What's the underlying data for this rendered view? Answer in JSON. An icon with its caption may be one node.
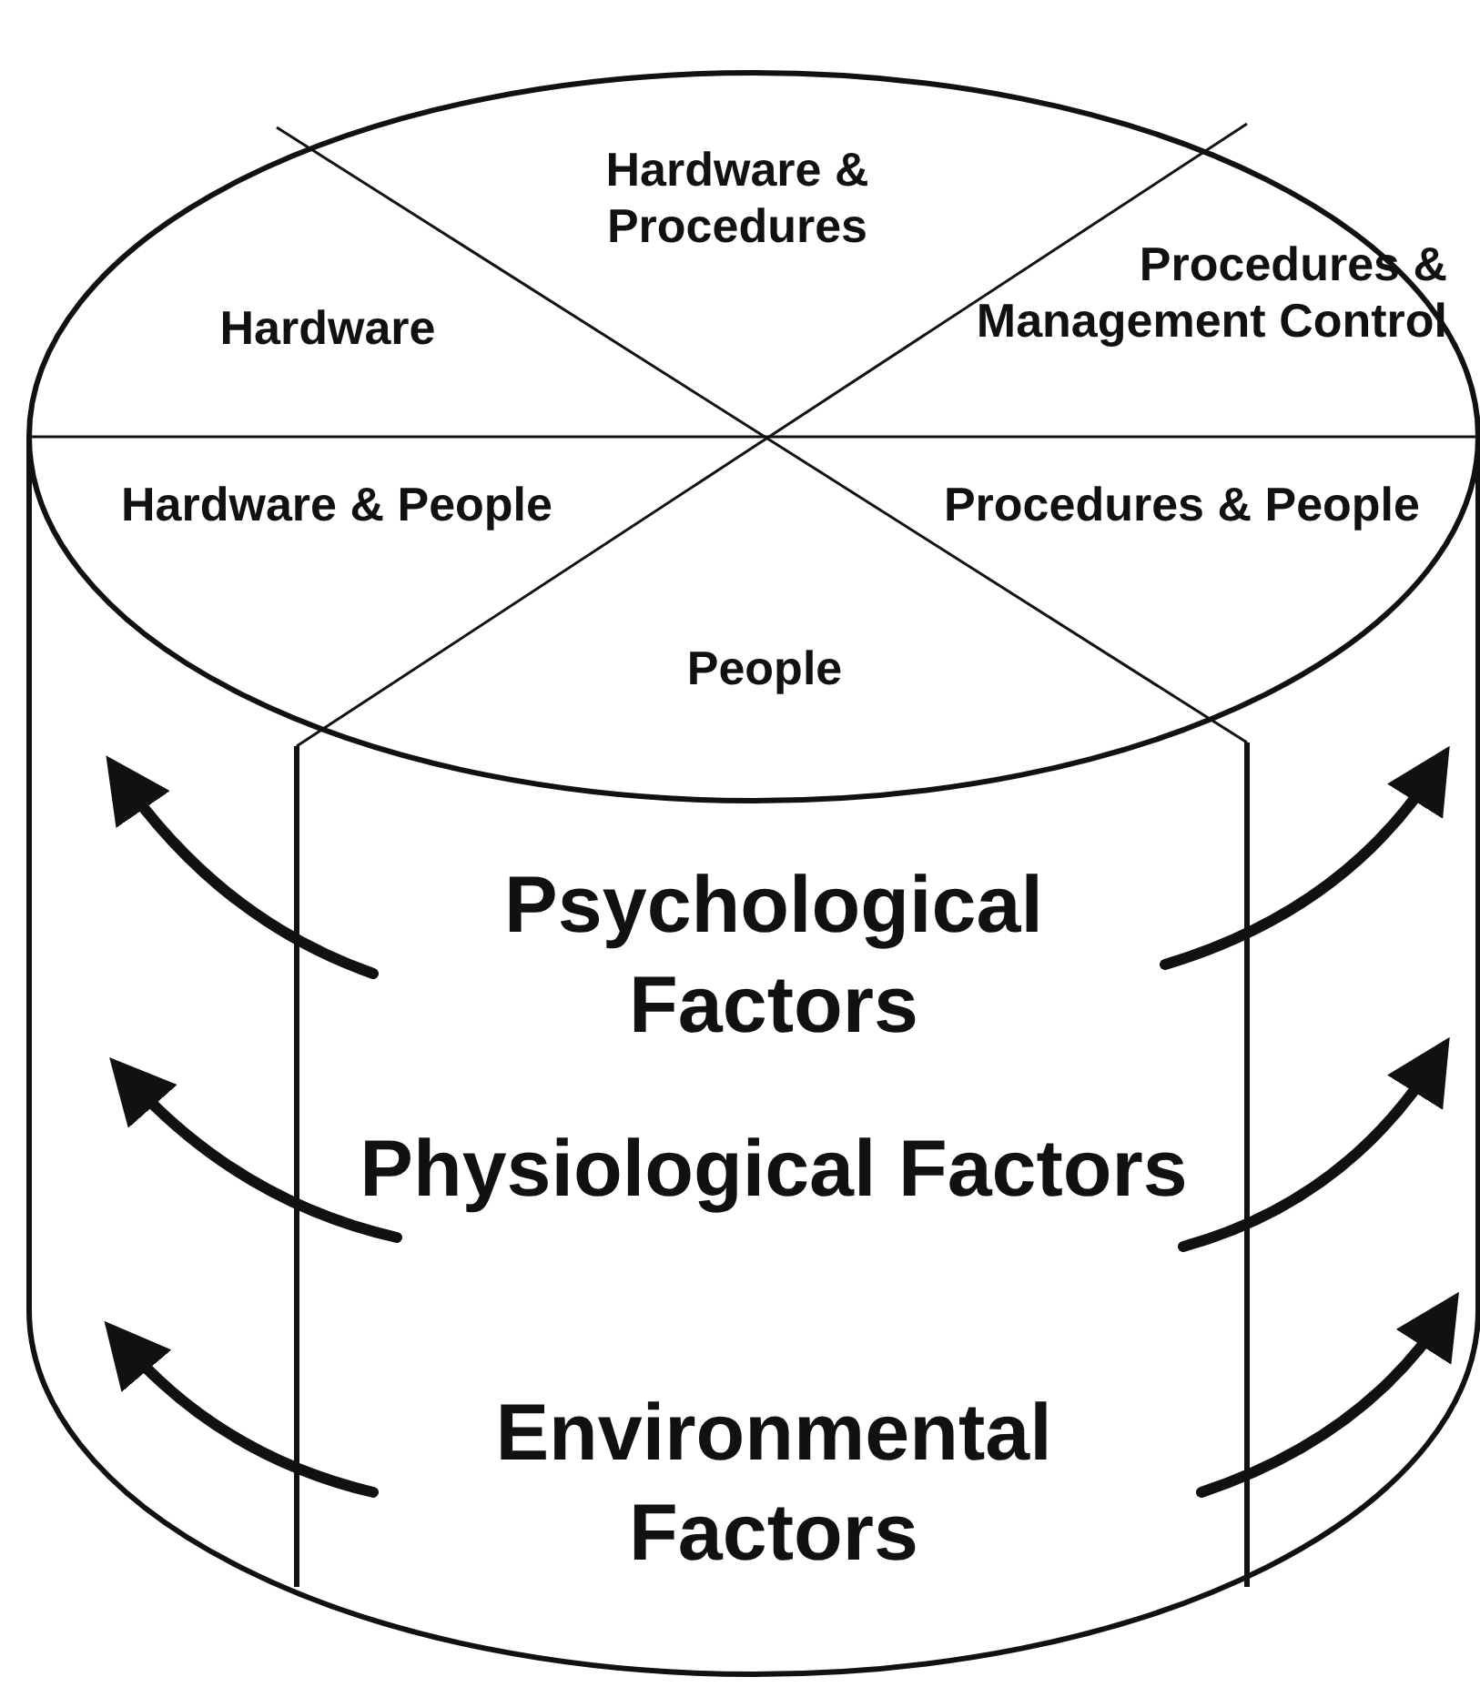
{
  "diagram": {
    "nodes": [
      {
        "text": [
          "Hardware"
        ]
      },
      {
        "text": [
          "Hardware & Procedures"
        ]
      },
      {
        "text": [
          "Procedures & Management Control"
        ]
      },
      {
        "text": [
          "Hardware & People"
        ]
      },
      {
        "text": [
          "People"
        ]
      },
      {
        "text": [
          "Procedures & People"
        ]
      },
      {
        "text": [
          "Psychological Factors",
          "Physiological Factors",
          "Environmental Factors"
        ]
      }
    ]
  }
}
